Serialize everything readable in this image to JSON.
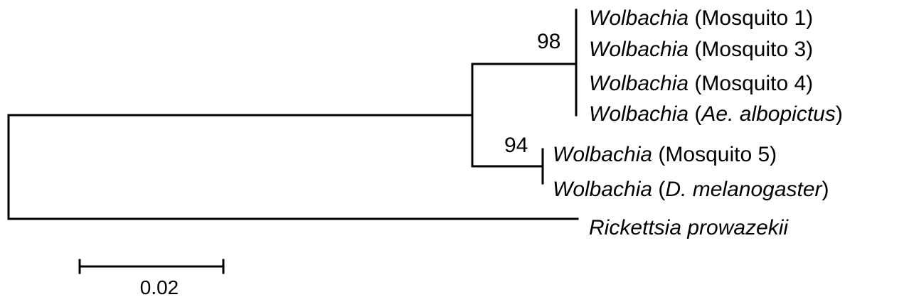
{
  "tree": {
    "leaves": [
      {
        "genus": "Wolbachia",
        "open": " (",
        "host": "Mosquito 1",
        "host_italic": false,
        "close": ")"
      },
      {
        "genus": "Wolbachia",
        "open": " (",
        "host": "Mosquito 3",
        "host_italic": false,
        "close": ")"
      },
      {
        "genus": "Wolbachia",
        "open": " (",
        "host": "Mosquito 4",
        "host_italic": false,
        "close": ")"
      },
      {
        "genus": "Wolbachia",
        "open": " (",
        "host": "Ae. albopictus",
        "host_italic": true,
        "close": ")"
      },
      {
        "genus": "Wolbachia",
        "open": " (",
        "host": "Mosquito 5",
        "host_italic": false,
        "close": ")"
      },
      {
        "genus": "Wolbachia",
        "open": " (",
        "host": "D. melanogaster",
        "host_italic": true,
        "close": ")"
      },
      {
        "genus": "Rickettsia prowazekii",
        "open": "",
        "host": "",
        "host_italic": false,
        "close": ""
      }
    ],
    "bootstrap": [
      {
        "clade": "mosquito-1-4-albopictus",
        "value": "98"
      },
      {
        "clade": "mosquito-5-melanogaster",
        "value": "94"
      }
    ]
  },
  "scale_bar": {
    "label": "0.02"
  },
  "colors": {
    "line": "#000000",
    "background": "#ffffff"
  }
}
